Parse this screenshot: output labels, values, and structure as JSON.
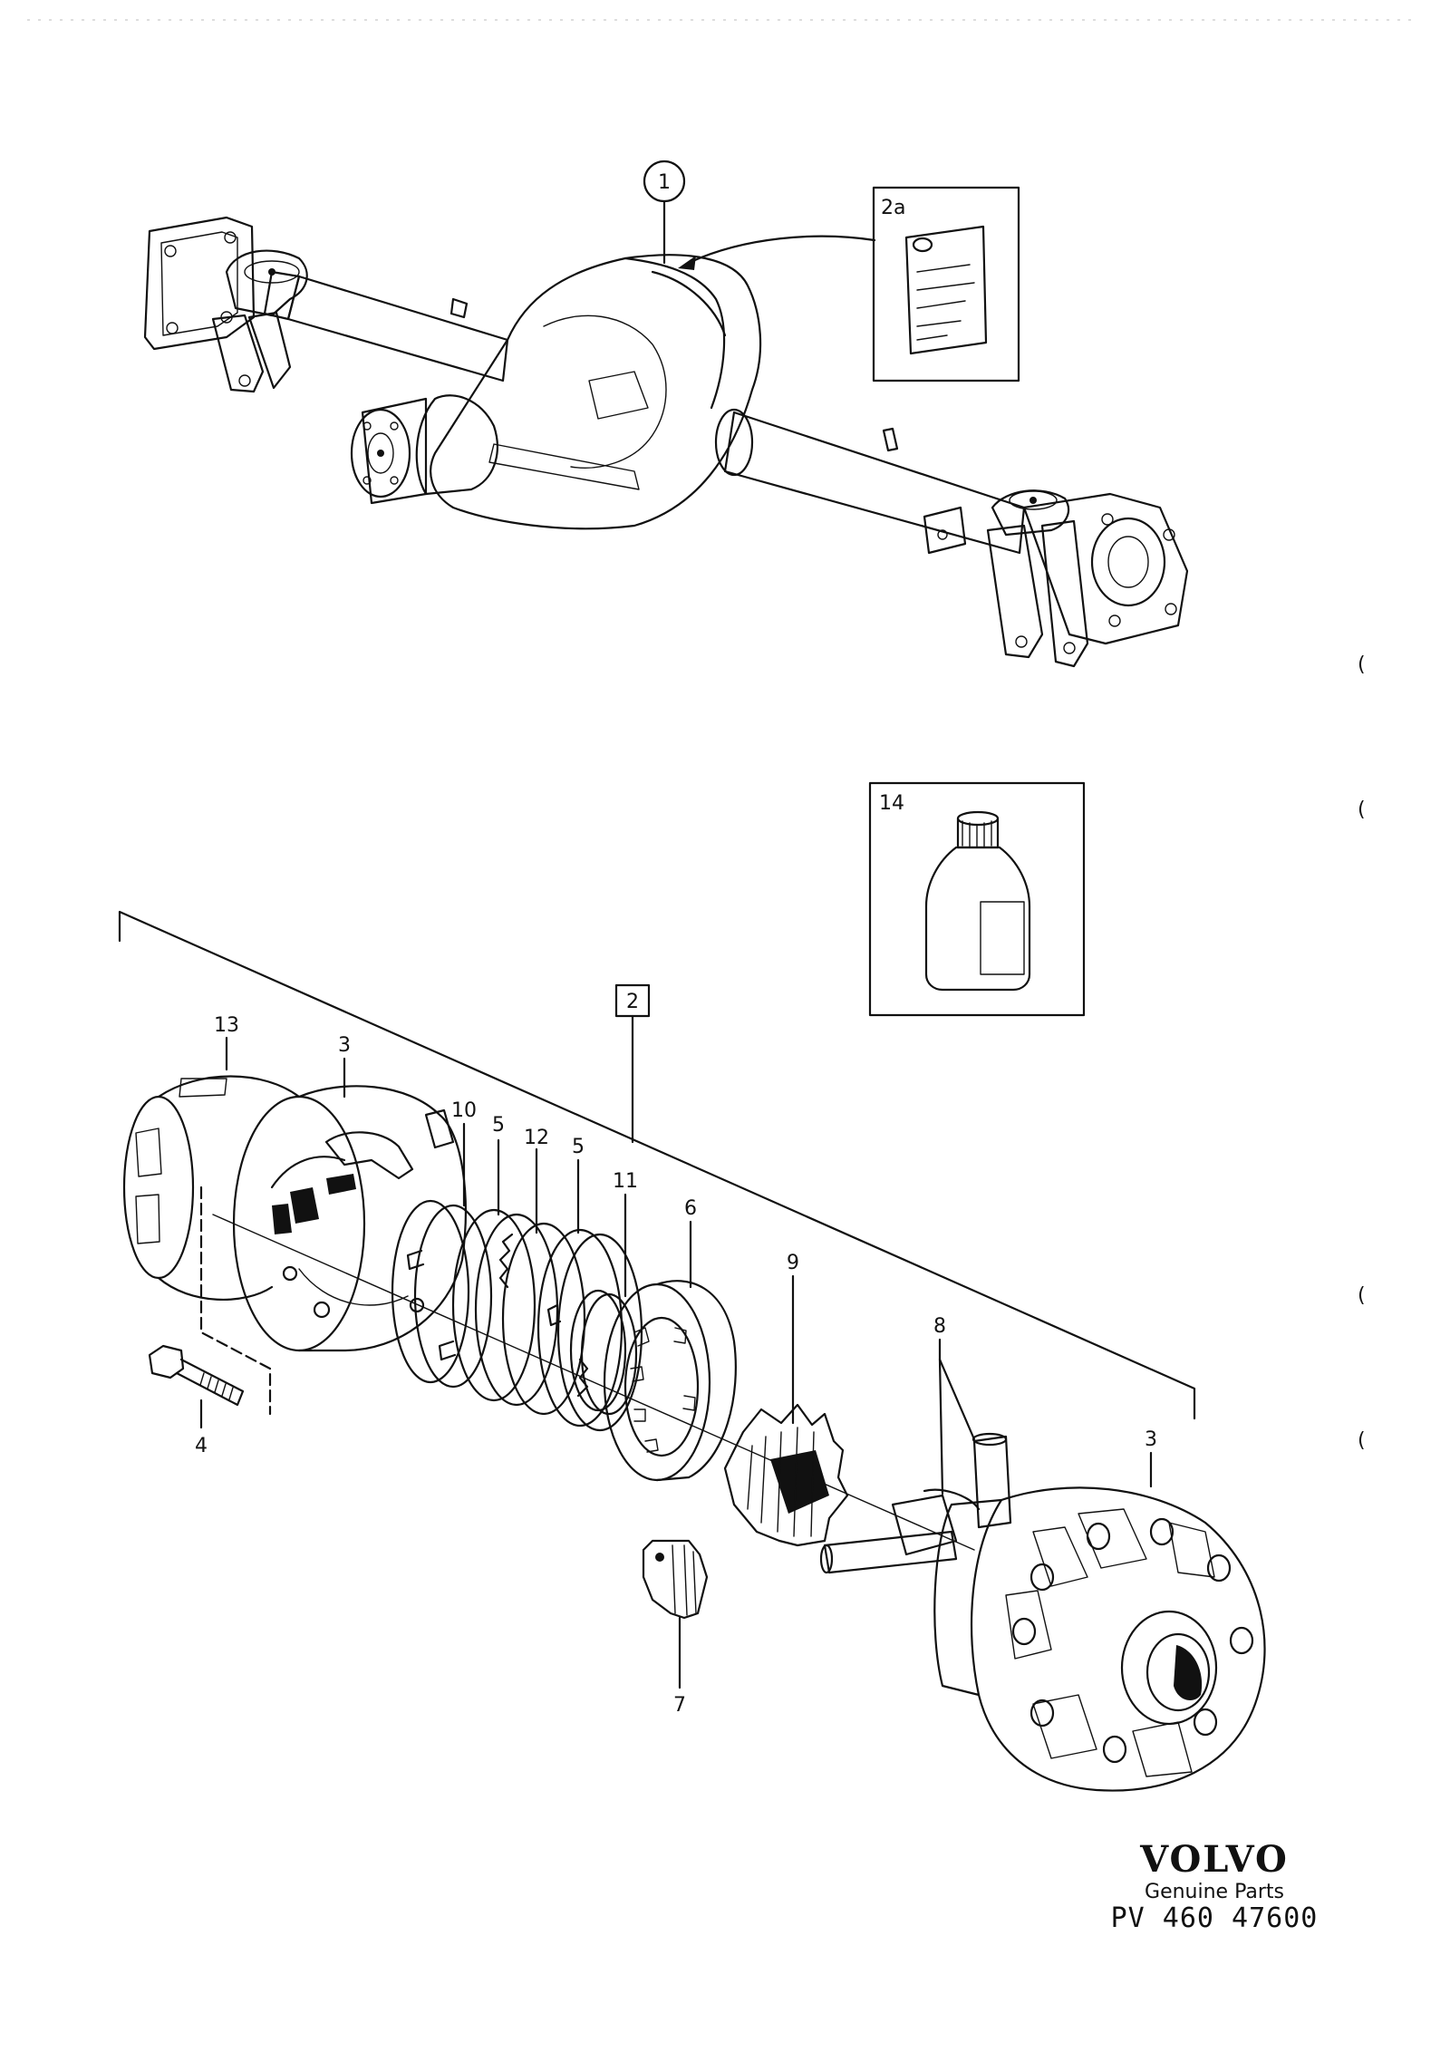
{
  "callouts": {
    "axle_assembly": "1",
    "plate_2a": "2a",
    "kit_2": "2",
    "oil_14": "14",
    "bolt_4": "4",
    "housing_left_3": "3",
    "housing_right_3": "3",
    "item_5a": "5",
    "item_5b": "5",
    "item_6": "6",
    "item_7": "7",
    "item_8": "8",
    "item_9": "9",
    "item_10": "10",
    "item_11": "11",
    "item_12": "12",
    "item_13": "13"
  },
  "brand": {
    "name": "VOLVO",
    "tagline": "Genuine Parts",
    "part_number": "PV 460 47600"
  },
  "margin_marks": [
    "(",
    "(",
    "(",
    "("
  ],
  "icons": [
    "oil-bottle-icon",
    "id-plate-icon"
  ]
}
